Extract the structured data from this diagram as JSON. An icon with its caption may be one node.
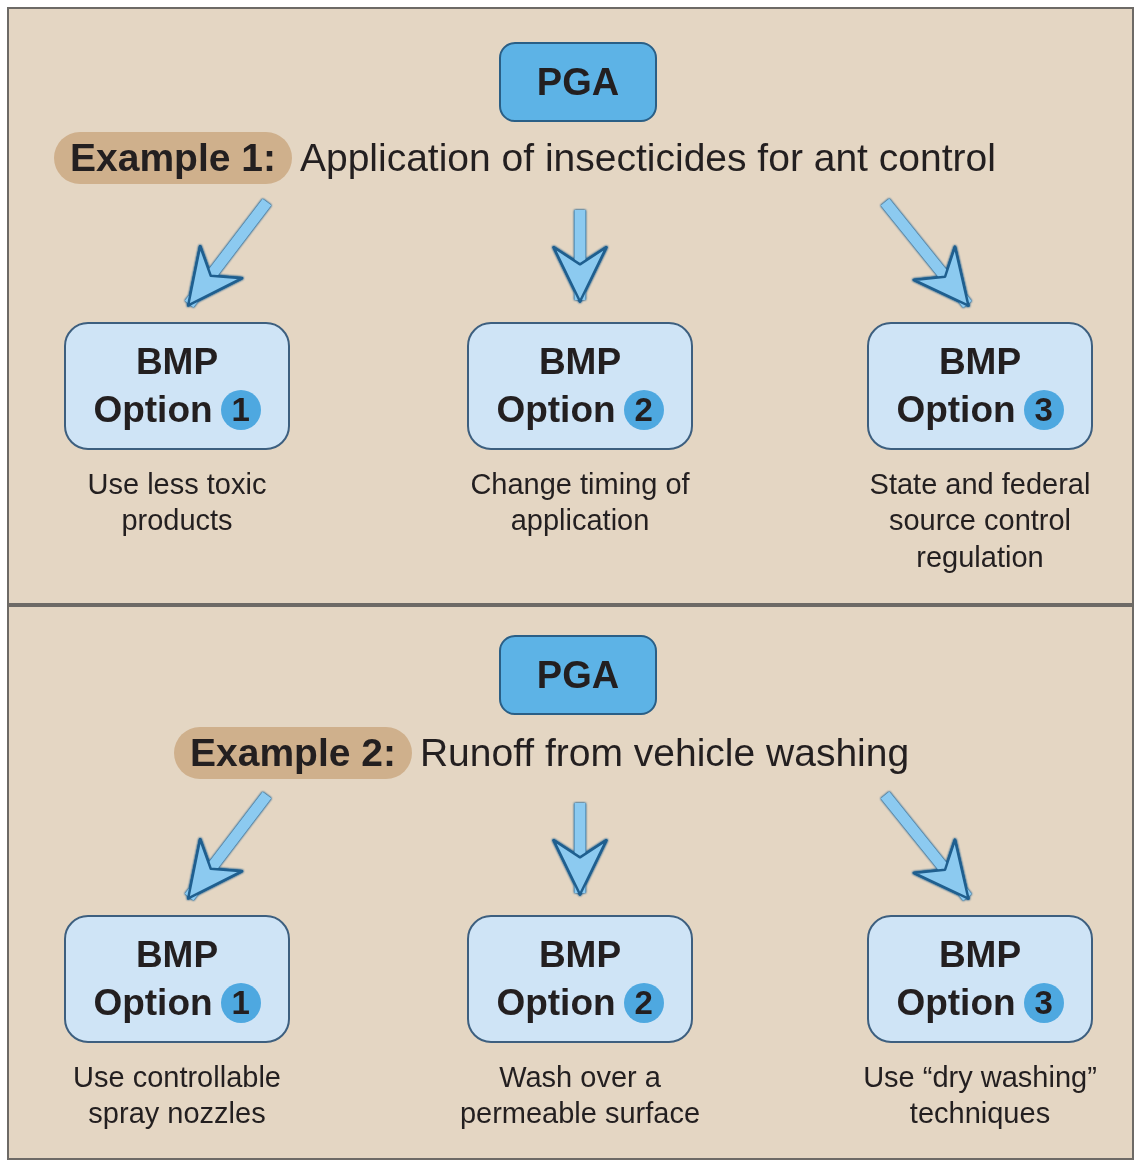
{
  "diagram": {
    "nodes": [
      {
        "text": [],
        "shape": "box"
      },
      {
        "text": [
          "PGA"
        ],
        "in": 0
      },
      {
        "text": [
          "Example 1:"
        ],
        "in": 0,
        "beside": [
          "Application of insecticides for ant control"
        ]
      },
      {
        "text": [
          "BMP",
          "Option",
          "1"
        ],
        "in": 0,
        "beside": [
          "Use less toxic products"
        ]
      },
      {
        "text": [
          "BMP",
          "Option",
          "2"
        ],
        "in": 0,
        "beside": [
          "Change timing of application"
        ]
      },
      {
        "text": [
          "BMP",
          "Option",
          "3"
        ],
        "in": 0,
        "beside": [
          "State and federal source control regulation"
        ]
      },
      {
        "text": [],
        "shape": "box"
      },
      {
        "text": [
          "PGA"
        ],
        "in": 6
      },
      {
        "text": [
          "Example 2:"
        ],
        "in": 6,
        "beside": [
          "Runoff from vehicle washing"
        ]
      },
      {
        "text": [
          "BMP",
          "Option",
          "1"
        ],
        "in": 6,
        "beside": [
          "Use controllable spray nozzles"
        ]
      },
      {
        "text": [
          "BMP",
          "Option",
          "2"
        ],
        "in": 6,
        "beside": [
          "Wash over a permeable surface"
        ]
      },
      {
        "text": [
          "BMP",
          "Option",
          "3"
        ],
        "in": 6,
        "beside": [
          "Use “dry washing” techniques"
        ]
      }
    ],
    "edges": [
      {
        "from": null,
        "to": 3,
        "arrow": "to"
      },
      {
        "from": null,
        "to": 4,
        "arrow": "to"
      },
      {
        "from": null,
        "to": 5,
        "arrow": "to"
      },
      {
        "from": null,
        "to": 9,
        "arrow": "to"
      },
      {
        "from": null,
        "to": 10,
        "arrow": "to"
      },
      {
        "from": null,
        "to": 11,
        "arrow": "to"
      }
    ]
  }
}
